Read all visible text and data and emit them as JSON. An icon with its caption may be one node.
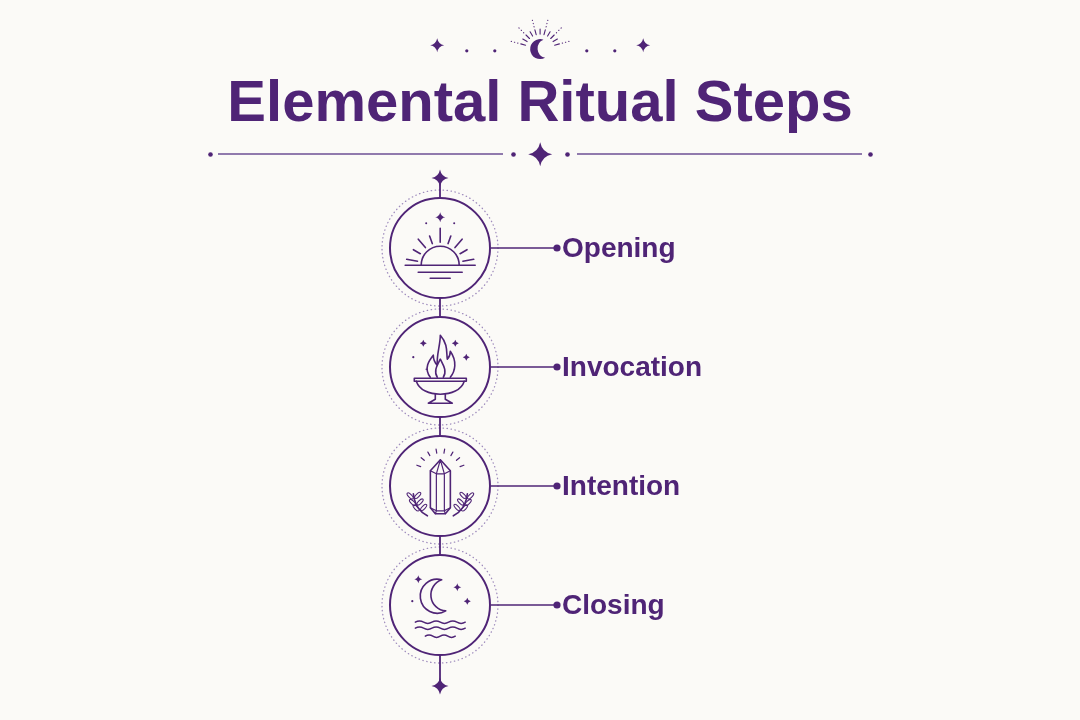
{
  "diagram": {
    "title": "Elemental Ritual Steps",
    "nodes": [
      {
        "text": [],
        "shape": "circle"
      },
      {
        "text": [
          "Opening"
        ]
      },
      {
        "text": [],
        "shape": "circle"
      },
      {
        "text": [
          "Invocation"
        ]
      },
      {
        "text": [],
        "shape": "circle"
      },
      {
        "text": [
          "Intention"
        ]
      },
      {
        "text": [],
        "shape": "circle"
      },
      {
        "text": [
          "Closing"
        ]
      }
    ],
    "edges": [
      {
        "from": null,
        "to": 0,
        "arrow": "other"
      },
      {
        "from": 0,
        "to": 2,
        "arrow": "none"
      },
      {
        "from": 2,
        "to": 4,
        "arrow": "none"
      },
      {
        "from": 4,
        "to": 6,
        "arrow": "none"
      },
      {
        "from": 6,
        "to": null,
        "arrow": "other"
      },
      {
        "from": 1,
        "to": 0,
        "arrow": "other"
      },
      {
        "from": 3,
        "to": 2,
        "arrow": "other"
      },
      {
        "from": 5,
        "to": 4,
        "arrow": "other"
      },
      {
        "from": 7,
        "to": 6,
        "arrow": "other"
      }
    ]
  }
}
